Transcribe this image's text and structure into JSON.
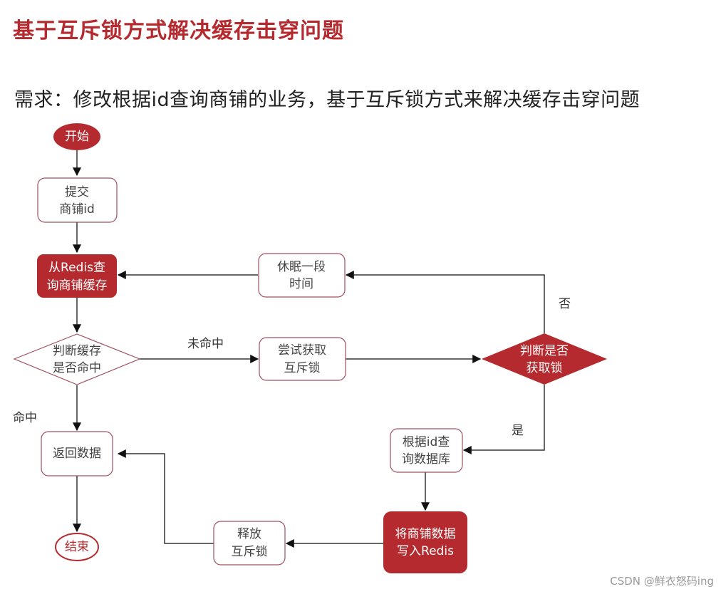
{
  "header": {
    "title": "基于互斥锁方式解决缓存击穿问题",
    "requirement": "需求：修改根据id查询商铺的业务，基于互斥锁方式来解决缓存击穿问题"
  },
  "colors": {
    "accent": "#b42a2e",
    "node_border": "#a05060",
    "line": "#333333",
    "text": "#444444"
  },
  "nodes": {
    "start": {
      "line1": "开始"
    },
    "submit": {
      "line1": "提交",
      "line2": "商铺id"
    },
    "query_cache": {
      "line1": "从Redis查",
      "line2": "询商铺缓存"
    },
    "check_hit": {
      "line1": "判断缓存",
      "line2": "是否命中"
    },
    "try_lock": {
      "line1": "尝试获取",
      "line2": "互斥锁"
    },
    "check_lock": {
      "line1": "判断是否",
      "line2": "获取锁"
    },
    "sleep": {
      "line1": "休眠一段",
      "line2": "时间"
    },
    "query_db": {
      "line1": "根据id查",
      "line2": "询数据库"
    },
    "write_redis": {
      "line1": "将商铺数据",
      "line2": "写入Redis"
    },
    "release_lock": {
      "line1": "释放",
      "line2": "互斥锁"
    },
    "return_data": {
      "line1": "返回数据"
    },
    "end": {
      "line1": "结束"
    }
  },
  "edge_labels": {
    "miss": "未命中",
    "hit": "命中",
    "no": "否",
    "yes": "是"
  },
  "watermark": "CSDN @鲜衣怒码ing"
}
